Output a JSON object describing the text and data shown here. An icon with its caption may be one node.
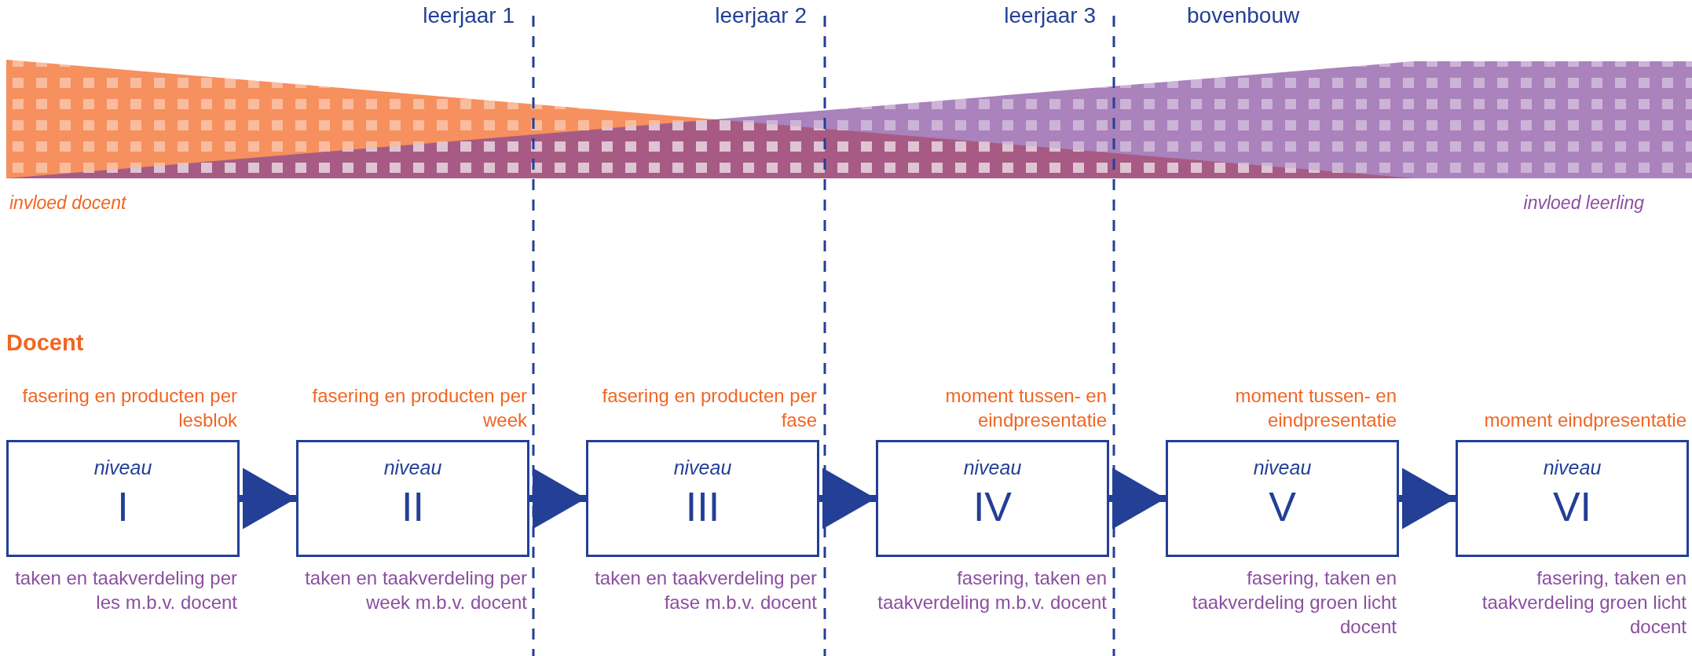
{
  "diagram": {
    "nodes": [
      {
        "text": [
          "niveau",
          "I"
        ],
        "beside": [
          "fasering en producten per lesblok",
          "taken en taakverdeling per les m.b.v. docent"
        ]
      },
      {
        "text": [
          "niveau",
          "II"
        ],
        "beside": [
          "fasering en producten per week",
          "taken en taakverdeling per week m.b.v. docent"
        ]
      },
      {
        "text": [
          "niveau",
          "III"
        ],
        "beside": [
          "fasering en producten per fase",
          "taken en taakverdeling per fase m.b.v. docent"
        ]
      },
      {
        "text": [
          "niveau",
          "IV"
        ],
        "beside": [
          "moment tussen- en eindpresentatie",
          "fasering, taken en taakverdeling m.b.v. docent"
        ]
      },
      {
        "text": [
          "niveau",
          "V"
        ],
        "beside": [
          "moment tussen- en eindpresentatie",
          "fasering, taken en taakverdeling groen licht docent"
        ]
      },
      {
        "text": [
          "niveau",
          "VI"
        ],
        "beside": [
          "moment eindpresentatie",
          "fasering, taken en taakverdeling groen licht docent"
        ]
      }
    ],
    "edges": [
      {
        "from": 0,
        "to": 1,
        "arrow": "to"
      },
      {
        "from": 1,
        "to": 2,
        "arrow": "to"
      },
      {
        "from": 2,
        "to": 3,
        "arrow": "to"
      },
      {
        "from": 3,
        "to": 4,
        "arrow": "to"
      },
      {
        "from": 4,
        "to": 5,
        "arrow": "to"
      }
    ],
    "labels": [
      "leerjaar 1",
      "leerjaar 2",
      "leerjaar 3",
      "bovenbouw",
      "invloed docent",
      "invloed leerling",
      "Docent"
    ]
  }
}
